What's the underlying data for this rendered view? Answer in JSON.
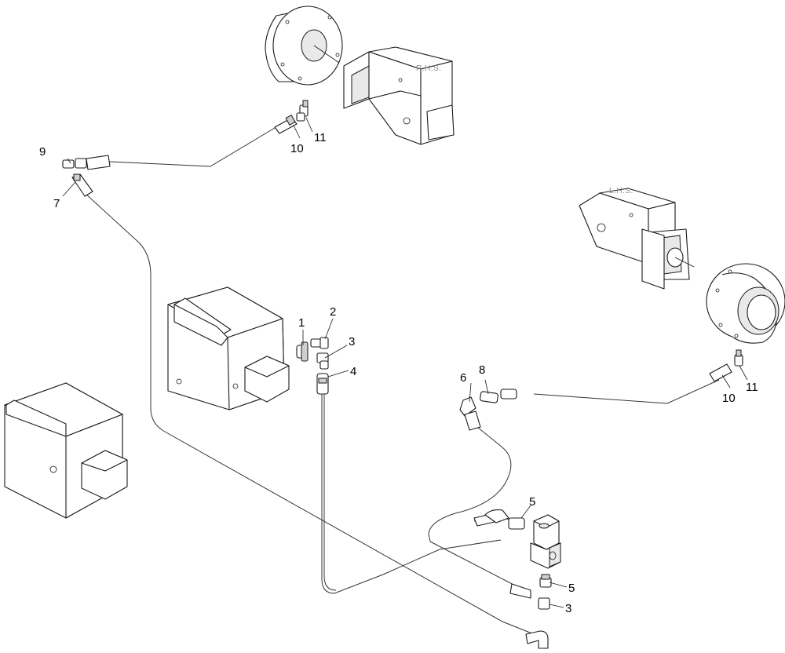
{
  "side_labels": {
    "rhs": "R.H.S.",
    "lhs": "L.H.S."
  },
  "callouts": {
    "c1": "1",
    "c2": "2",
    "c3a": "3",
    "c3b": "3",
    "c4": "4",
    "c5a": "5",
    "c5b": "5",
    "c6": "6",
    "c7": "7",
    "c8": "8",
    "c9": "9",
    "c10a": "10",
    "c10b": "10",
    "c11a": "11",
    "c11b": "11"
  }
}
